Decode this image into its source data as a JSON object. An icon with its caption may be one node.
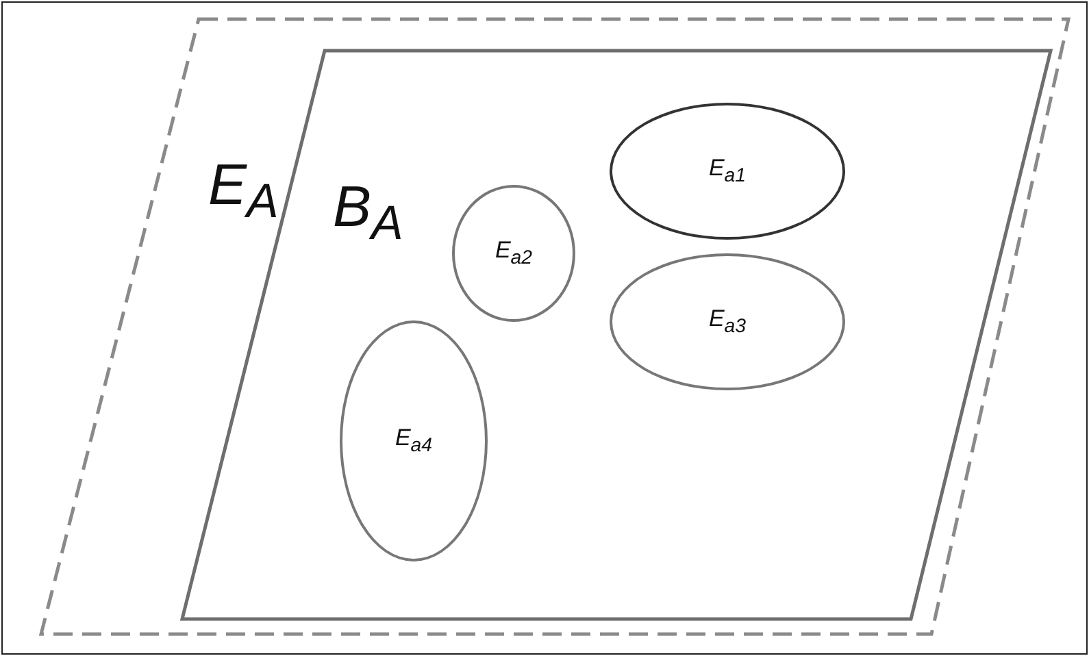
{
  "diagram": {
    "nodes": [
      {
        "text": [
          "E$_{A}$"
        ]
      },
      {
        "text": [
          "B$_{A}$"
        ],
        "in": 0
      },
      {
        "text": [
          "E$_{a1}$"
        ],
        "in": 1
      },
      {
        "text": [
          "E$_{a2}$"
        ],
        "in": 1
      },
      {
        "text": [
          "E$_{a3}$"
        ],
        "in": 1
      },
      {
        "text": [
          "E$_{a4}$"
        ],
        "in": 1
      }
    ],
    "edges": []
  }
}
